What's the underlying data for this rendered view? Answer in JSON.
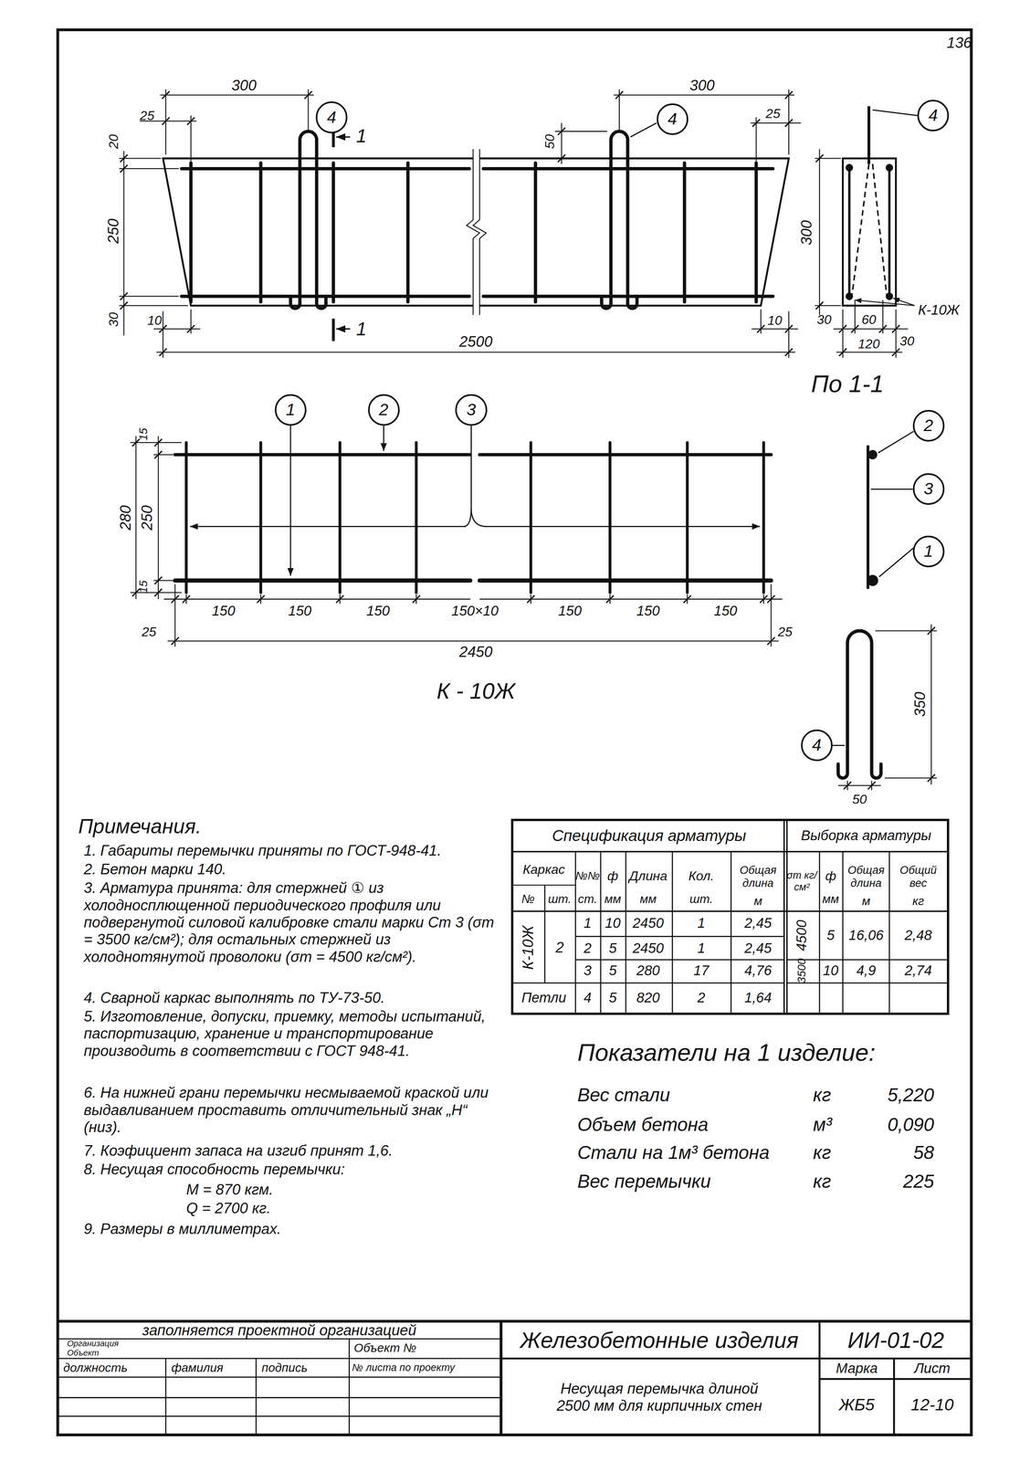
{
  "diagram": {
    "nodes": [
      {
        "text": [
          "4"
        ]
      },
      {
        "text": [
          "4"
        ]
      },
      {
        "text": [
          "4"
        ]
      },
      {
        "text": [
          "1"
        ]
      },
      {
        "text": [
          "2"
        ]
      },
      {
        "text": [
          "3"
        ]
      },
      {
        "text": [
          "2"
        ]
      },
      {
        "text": [
          "3"
        ]
      },
      {
        "text": [
          "1"
        ]
      },
      {
        "text": [
          "4"
        ]
      }
    ],
    "labels": [
      "136",
      "300",
      "300",
      "25",
      "20",
      "250",
      "30",
      "1",
      "1",
      "50",
      "25",
      "10",
      "10",
      "2500",
      "300",
      "30",
      "60",
      "30",
      "120",
      "К-10Ж",
      "По 1-1",
      "15",
      "280",
      "250",
      "15",
      "150",
      "150",
      "150",
      "150×10",
      "150",
      "150",
      "150",
      "25",
      "25",
      "2450",
      "К - 10Ж",
      "350",
      "50",
      "Примечания.",
      "1. Габариты перемычки приняты по ГОСТ-948-41.",
      "2. Бетон марки 140.",
      "3. Арматура принята: для стержней ① из холодносплющенной периодического профиля или подвергнутой силовой калибровке стали марки Ст 3 (σт = 3500 кг/см²); для остальных стержней из холоднотянутой проволоки (σт = 4500 кг/см²).",
      "4. Сварной каркас выполнять по ТУ-73-50.",
      "5. Изготовление, допуски, приемку, методы испытаний, паспортизацию, хранение и транспортирование производить в соответствии с ГОСТ 948-41.",
      "6. На нижней грани перемычки несмываемой краской или выдавливанием проставить отличительный знак „Н“ (низ).",
      "7. Коэфициент запаса на изгиб принят 1,6.",
      "8. Несущая способность перемычки:",
      "М = 870 кгм.",
      "Q = 2700 кг.",
      "9. Размеры в миллиметрах.",
      "Спецификация арматуры",
      "Выборка арматуры",
      "Каркас",
      "№№",
      "ф",
      "Длина",
      "Кол.",
      "Общая длина",
      "№",
      "шт.",
      "ст.",
      "мм",
      "мм",
      "шт.",
      "м",
      "σт кг/см²",
      "ф",
      "Общая длина",
      "Общий вес",
      "мм",
      "м",
      "кг",
      "К-10Ж",
      "2",
      "1",
      "10",
      "2450",
      "1",
      "2,45",
      "2",
      "5",
      "2450",
      "1",
      "2,45",
      "3",
      "5",
      "280",
      "17",
      "4,76",
      "Петли",
      "4",
      "5",
      "820",
      "2",
      "1,64",
      "4500",
      "5",
      "16,06",
      "2,48",
      "3500",
      "10",
      "4,9",
      "2,74",
      "Показатели на 1 изделие:",
      "Вес стали",
      "кг",
      "5,220",
      "Объем бетона",
      "м³",
      "0,090",
      "Стали на 1м³ бетона",
      "кг",
      "58",
      "Вес перемычки",
      "кг",
      "225",
      "заполняется проектной организацией",
      "Организация",
      "Объект",
      "Объект №",
      "должность",
      "фамилия",
      "подпись",
      "№ листа по проекту",
      "Железобетонные изделия",
      "ИИ-01-02",
      "Несущая перемычка длиной 2500 мм для кирпичных стен",
      "Марка",
      "Лист",
      "ЖБ5",
      "12-10"
    ]
  }
}
